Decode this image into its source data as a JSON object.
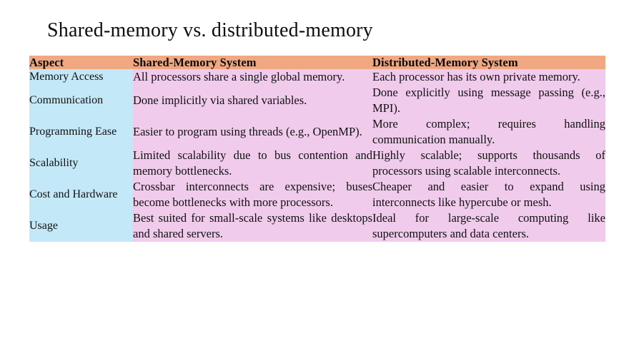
{
  "slide": {
    "title": "Shared-memory vs. distributed-memory"
  },
  "colors": {
    "header_background": "#F0A882",
    "aspect_column_background": "#C3E8F7",
    "content_cell_background": "#F0CBEC",
    "divider": "#2A1A2A",
    "text": "#0D0D0D",
    "page_background": "#FFFFFF"
  },
  "table": {
    "headers": [
      "Aspect",
      "Shared-Memory System",
      "Distributed-Memory System"
    ],
    "rows": [
      {
        "aspect": "Memory Access",
        "shared": "All processors share a single global memory.",
        "distributed": "Each processor has its own private memory."
      },
      {
        "aspect": "Communication",
        "shared": "Done implicitly via shared variables.",
        "distributed": "Done explicitly using message passing (e.g., MPI)."
      },
      {
        "aspect": "Programming Ease",
        "shared": "Easier to program using threads (e.g., OpenMP).",
        "distributed": "More complex; requires handling communication manually."
      },
      {
        "aspect": "Scalability",
        "shared": "Limited scalability due to bus contention and memory bottlenecks.",
        "distributed": "Highly scalable; supports thousands of processors using scalable interconnects."
      },
      {
        "aspect": "Cost and Hardware",
        "shared": "Crossbar interconnects are expensive; buses become bottlenecks with more processors.",
        "distributed": "Cheaper and easier to expand using interconnects like hypercube or mesh."
      },
      {
        "aspect": "Usage",
        "shared": "Best suited for small-scale systems like desktops and shared servers.",
        "distributed": "Ideal for large-scale computing like supercomputers and data centers."
      }
    ]
  }
}
